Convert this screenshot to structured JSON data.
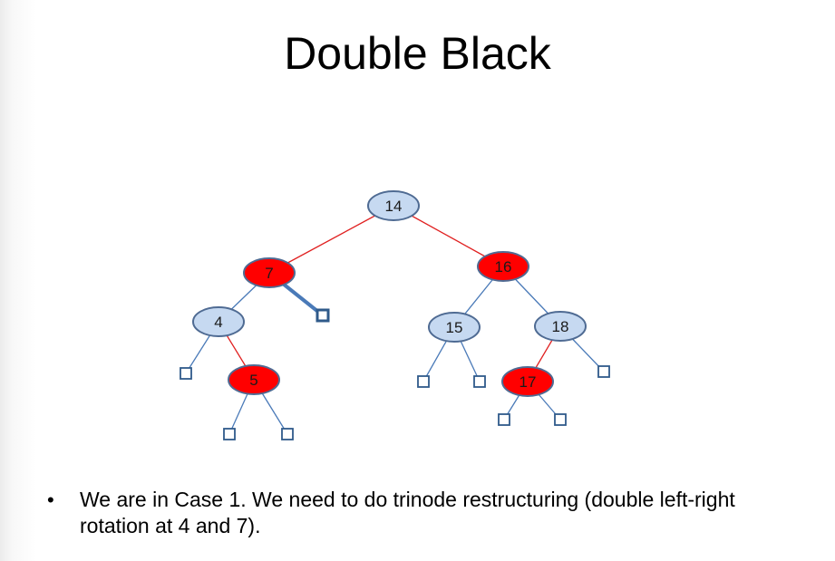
{
  "title": "Double Black",
  "colors": {
    "red_node": "#ff0000",
    "black_node": "#c6d9f1",
    "node_stroke": "#4f6b93",
    "red_edge": "#e02020",
    "black_edge": "#4a7ab8",
    "leaf_stroke": "#2f5a8a",
    "double_black_edge": "#4a7ab8"
  },
  "nodes": [
    {
      "id": "n14",
      "label": "14",
      "color": "black"
    },
    {
      "id": "n7",
      "label": "7",
      "color": "red"
    },
    {
      "id": "n16",
      "label": "16",
      "color": "red"
    },
    {
      "id": "n4",
      "label": "4",
      "color": "black"
    },
    {
      "id": "n5",
      "label": "5",
      "color": "red"
    },
    {
      "id": "n15",
      "label": "15",
      "color": "black"
    },
    {
      "id": "n18",
      "label": "18",
      "color": "black"
    },
    {
      "id": "n17",
      "label": "17",
      "color": "red"
    }
  ],
  "leaves": [
    {
      "id": "l4L"
    },
    {
      "id": "l5L"
    },
    {
      "id": "l5R"
    },
    {
      "id": "l7R",
      "double_black": true
    },
    {
      "id": "l15L"
    },
    {
      "id": "l15R"
    },
    {
      "id": "l17L"
    },
    {
      "id": "l17R"
    },
    {
      "id": "l18R"
    }
  ],
  "edges": [
    {
      "from": "n14",
      "to": "n7",
      "type": "red"
    },
    {
      "from": "n14",
      "to": "n16",
      "type": "red"
    },
    {
      "from": "n7",
      "to": "n4",
      "type": "black"
    },
    {
      "from": "n7",
      "to": "l7R",
      "type": "double"
    },
    {
      "from": "n4",
      "to": "l4L",
      "type": "black"
    },
    {
      "from": "n4",
      "to": "n5",
      "type": "red"
    },
    {
      "from": "n5",
      "to": "l5L",
      "type": "black"
    },
    {
      "from": "n5",
      "to": "l5R",
      "type": "black"
    },
    {
      "from": "n16",
      "to": "n15",
      "type": "black"
    },
    {
      "from": "n16",
      "to": "n18",
      "type": "black"
    },
    {
      "from": "n15",
      "to": "l15L",
      "type": "black"
    },
    {
      "from": "n15",
      "to": "l15R",
      "type": "black"
    },
    {
      "from": "n18",
      "to": "n17",
      "type": "red"
    },
    {
      "from": "n18",
      "to": "l18R",
      "type": "black"
    },
    {
      "from": "n17",
      "to": "l17L",
      "type": "black"
    },
    {
      "from": "n17",
      "to": "l17R",
      "type": "black"
    }
  ],
  "bullet": {
    "marker": "•",
    "text": "We are in Case 1. We need to do trinode restructuring (double left-right rotation at 4 and 7)."
  }
}
